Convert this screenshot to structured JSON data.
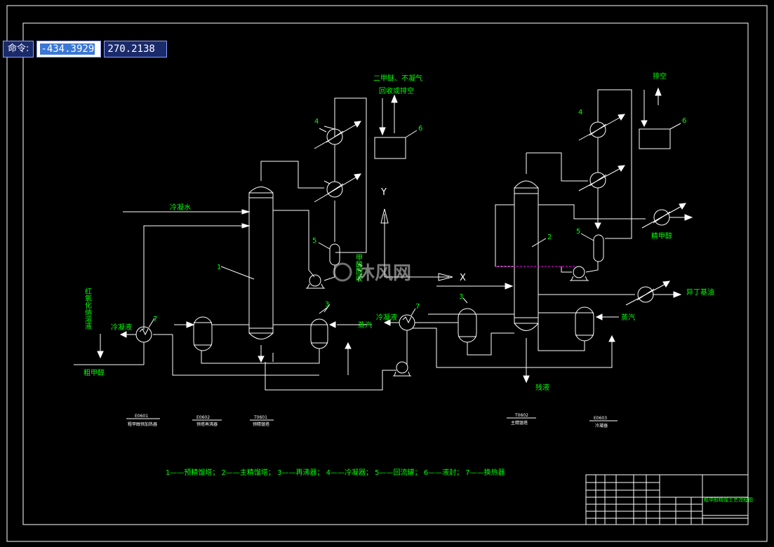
{
  "command": {
    "label": "命令:",
    "x_value": "-434.3929",
    "y_value": "270.2138"
  },
  "colors": {
    "line": "#ffffff",
    "label": "#00ff00",
    "background": "#000000",
    "accent": "#ff00ff"
  },
  "labels": {
    "vent_left": "二甲醚、不凝气",
    "vent_left2": "回收或排空",
    "vent_right": "排空",
    "cooling_water": "冷凝水",
    "condensate_left": "冷凝液",
    "crude_methanol": "粗甲醇",
    "oxidation_vertical": "红氧化纳溶液",
    "recovery_vertical": "甲醇回收",
    "steam_left": "蒸汽",
    "condensate_mid": "冷凝液",
    "steam_right": "蒸汽",
    "refined_methanol": "精甲醇",
    "fusel_oil": "异丁基油",
    "residue": "残液",
    "axis_y": "Y",
    "axis_x": "X"
  },
  "equipment_numbers": [
    "1",
    "2",
    "3",
    "4",
    "5",
    "6",
    "7"
  ],
  "tags": [
    {
      "code": "E0601",
      "name": "粗甲醇预加热器"
    },
    {
      "code": "E0602",
      "name": "预塔再沸器"
    },
    {
      "code": "T0601",
      "name": "预精馏塔"
    },
    {
      "code": "T0602",
      "name": "主精馏塔"
    },
    {
      "code": "E0603",
      "name": "冷凝器"
    }
  ],
  "legend": "1——预精馏塔；  2——主精馏塔；  3——再沸器；  4——冷凝器；  5——回流罐；  6——液封；  7——换热器",
  "titleblock": {
    "title": "粗甲醇精馏工艺流程图"
  },
  "watermark": "沐风网"
}
